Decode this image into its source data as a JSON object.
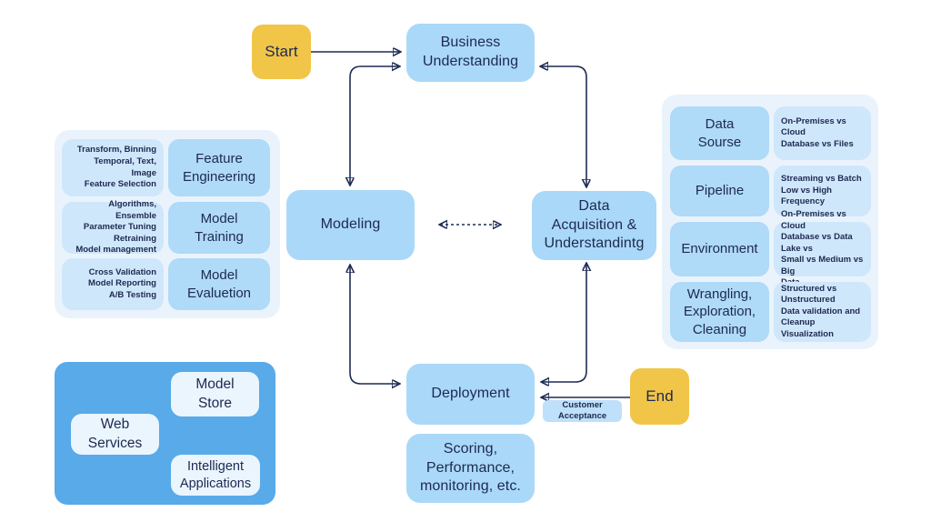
{
  "nodes": {
    "start": {
      "label": "Start"
    },
    "business_understanding": {
      "label": "Business\nUnderstanding"
    },
    "modeling": {
      "label": "Modeling"
    },
    "data_acquisition": {
      "label": "Data\nAcquisition &\nUnderstandintg"
    },
    "deployment": {
      "label": "Deployment"
    },
    "scoring": {
      "label": "Scoring,\nPerformance,\nmonitoring, etc."
    },
    "end": {
      "label": "End"
    },
    "customer_acceptance": {
      "label": "Customer\nAcceptance"
    }
  },
  "left_panel": {
    "rows": [
      {
        "details": "Transform, Binning\nTemporal, Text, Image\nFeature Selection",
        "title": "Feature\nEngineering"
      },
      {
        "details": "Algorithms, Ensemble\nParameter Tuning\nRetraining\nModel management",
        "title": "Model\nTraining"
      },
      {
        "details": "Cross Validation\nModel Reporting\nA/B Testing",
        "title": "Model\nEvaluetion"
      }
    ]
  },
  "right_panel": {
    "rows": [
      {
        "title": "Data\nSourse",
        "details": "On-Premises vs Cloud\nDatabase vs Files"
      },
      {
        "title": "Pipeline",
        "details": "Streaming vs Batch\nLow vs High Frequency"
      },
      {
        "title": "Environment",
        "details": "On-Premises vs Cloud\nDatabase vs Data Lake vs\nSmall vs Medium vs Big\nData"
      },
      {
        "title": "Wrangling,\nExploration,\nCleaning",
        "details": "Structured vs\nUnstructured\nData validation and\nCleanup Visualization"
      }
    ]
  },
  "deployment_panel": {
    "model_store": "Model\nStore",
    "web_services": "Web\nServices",
    "intelligent_applications": "Intelligent\nApplications"
  },
  "colors": {
    "background": "#ffffff",
    "node_blue": "#aad8f8",
    "panel_light": "#eaf3fc",
    "detail_blue": "#cfe7fb",
    "title_blue": "#afdaf8",
    "dark_panel_blue": "#58aae9",
    "inner_box_light": "#eaf5fe",
    "accent_yellow": "#f1c548",
    "customer_box": "#bfe0fa",
    "text_navy": "#1d2950",
    "arrow_navy": "#1f2c55"
  }
}
